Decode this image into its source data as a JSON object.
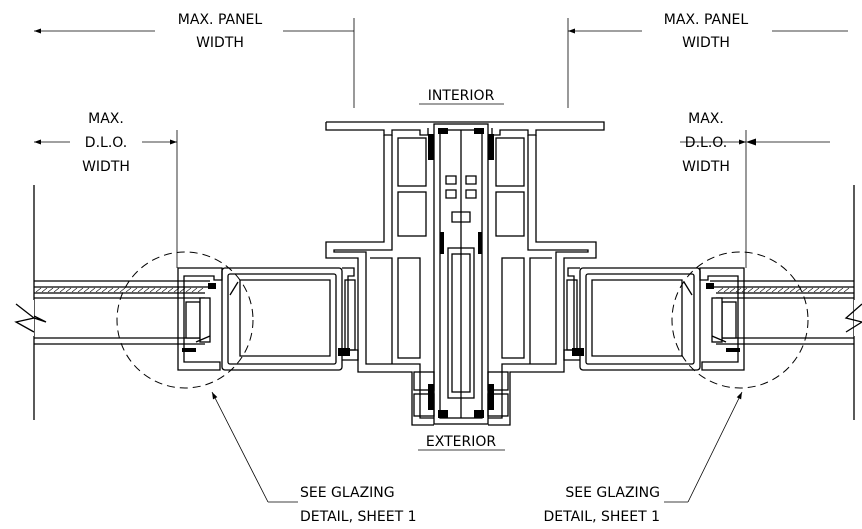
{
  "labels": {
    "max_panel_left_1": "MAX. PANEL",
    "max_panel_left_2": "WIDTH",
    "max_panel_right_1": "MAX. PANEL",
    "max_panel_right_2": "WIDTH",
    "dlo_left_1": "MAX.",
    "dlo_left_2": "D.L.O.",
    "dlo_left_3": "WIDTH",
    "dlo_right_1": "MAX.",
    "dlo_right_2": "D.L.O.",
    "dlo_right_3": "WIDTH",
    "interior": "INTERIOR",
    "exterior": "EXTERIOR",
    "note_left_1": "SEE GLAZING",
    "note_left_2": "DETAIL, SHEET 1",
    "note_right_1": "SEE GLAZING",
    "note_right_2": "DETAIL, SHEET 1"
  },
  "colors": {
    "line": "#000000",
    "background": "#ffffff"
  }
}
